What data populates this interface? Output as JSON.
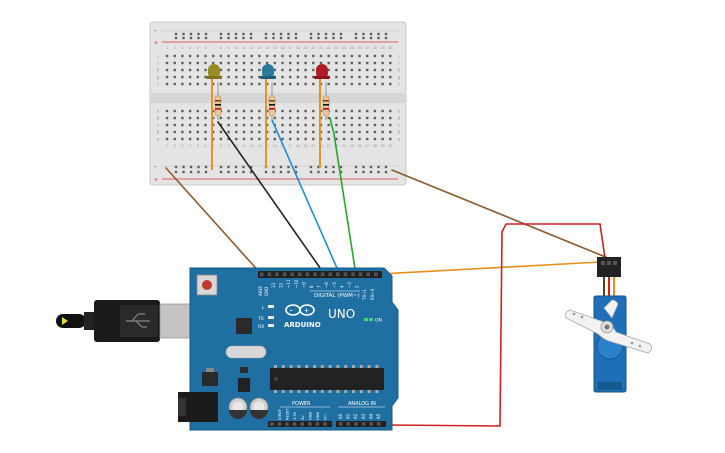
{
  "breadboard": {
    "column_numbers": [
      "1",
      "2",
      "3",
      "4",
      "5",
      "6",
      "7",
      "8",
      "9",
      "10",
      "11",
      "12",
      "13",
      "14",
      "15",
      "16",
      "17",
      "18",
      "19",
      "20",
      "21",
      "22",
      "23",
      "24",
      "25",
      "26",
      "27",
      "28",
      "29",
      "30"
    ],
    "row_letters_top": [
      "j",
      "i",
      "h",
      "g",
      "f"
    ],
    "row_letters_bottom": [
      "e",
      "d",
      "c",
      "b",
      "a"
    ],
    "rail_plus": "+",
    "rail_minus": "-"
  },
  "leds": [
    {
      "color": "#9a8c24",
      "name": "yellow"
    },
    {
      "color": "#2b7a9b",
      "name": "blue"
    },
    {
      "color": "#b21b24",
      "name": "red"
    }
  ],
  "arduino": {
    "brand": "ARDUINO",
    "model": "UNO",
    "digital_label": "DIGITAL (PWM~)",
    "power_label": "POWER",
    "analog_label": "ANALOG IN",
    "on_label": "ON",
    "tx_label": "TX",
    "rx_label": "RX",
    "l_label": "L",
    "aref_label": "AREF",
    "gnd_label": "GND",
    "digital_pins": [
      "13",
      "12",
      "~11",
      "~10",
      "~9",
      "8",
      "7",
      "~6",
      "~5",
      "4",
      "~3",
      "2",
      "TX→1",
      "RX←0"
    ],
    "power_pins": [
      "IOREF",
      "RESET",
      "3.3V",
      "5V",
      "GND",
      "GND",
      "Vin"
    ],
    "analog_pins": [
      "A0",
      "A1",
      "A2",
      "A3",
      "A4",
      "A5"
    ]
  },
  "wire_colors": {
    "brown": "#8b5a2b",
    "black": "#222222",
    "blue": "#1e8fd6",
    "green": "#2aa52a",
    "orange": "#e8901e",
    "red": "#d02020"
  }
}
